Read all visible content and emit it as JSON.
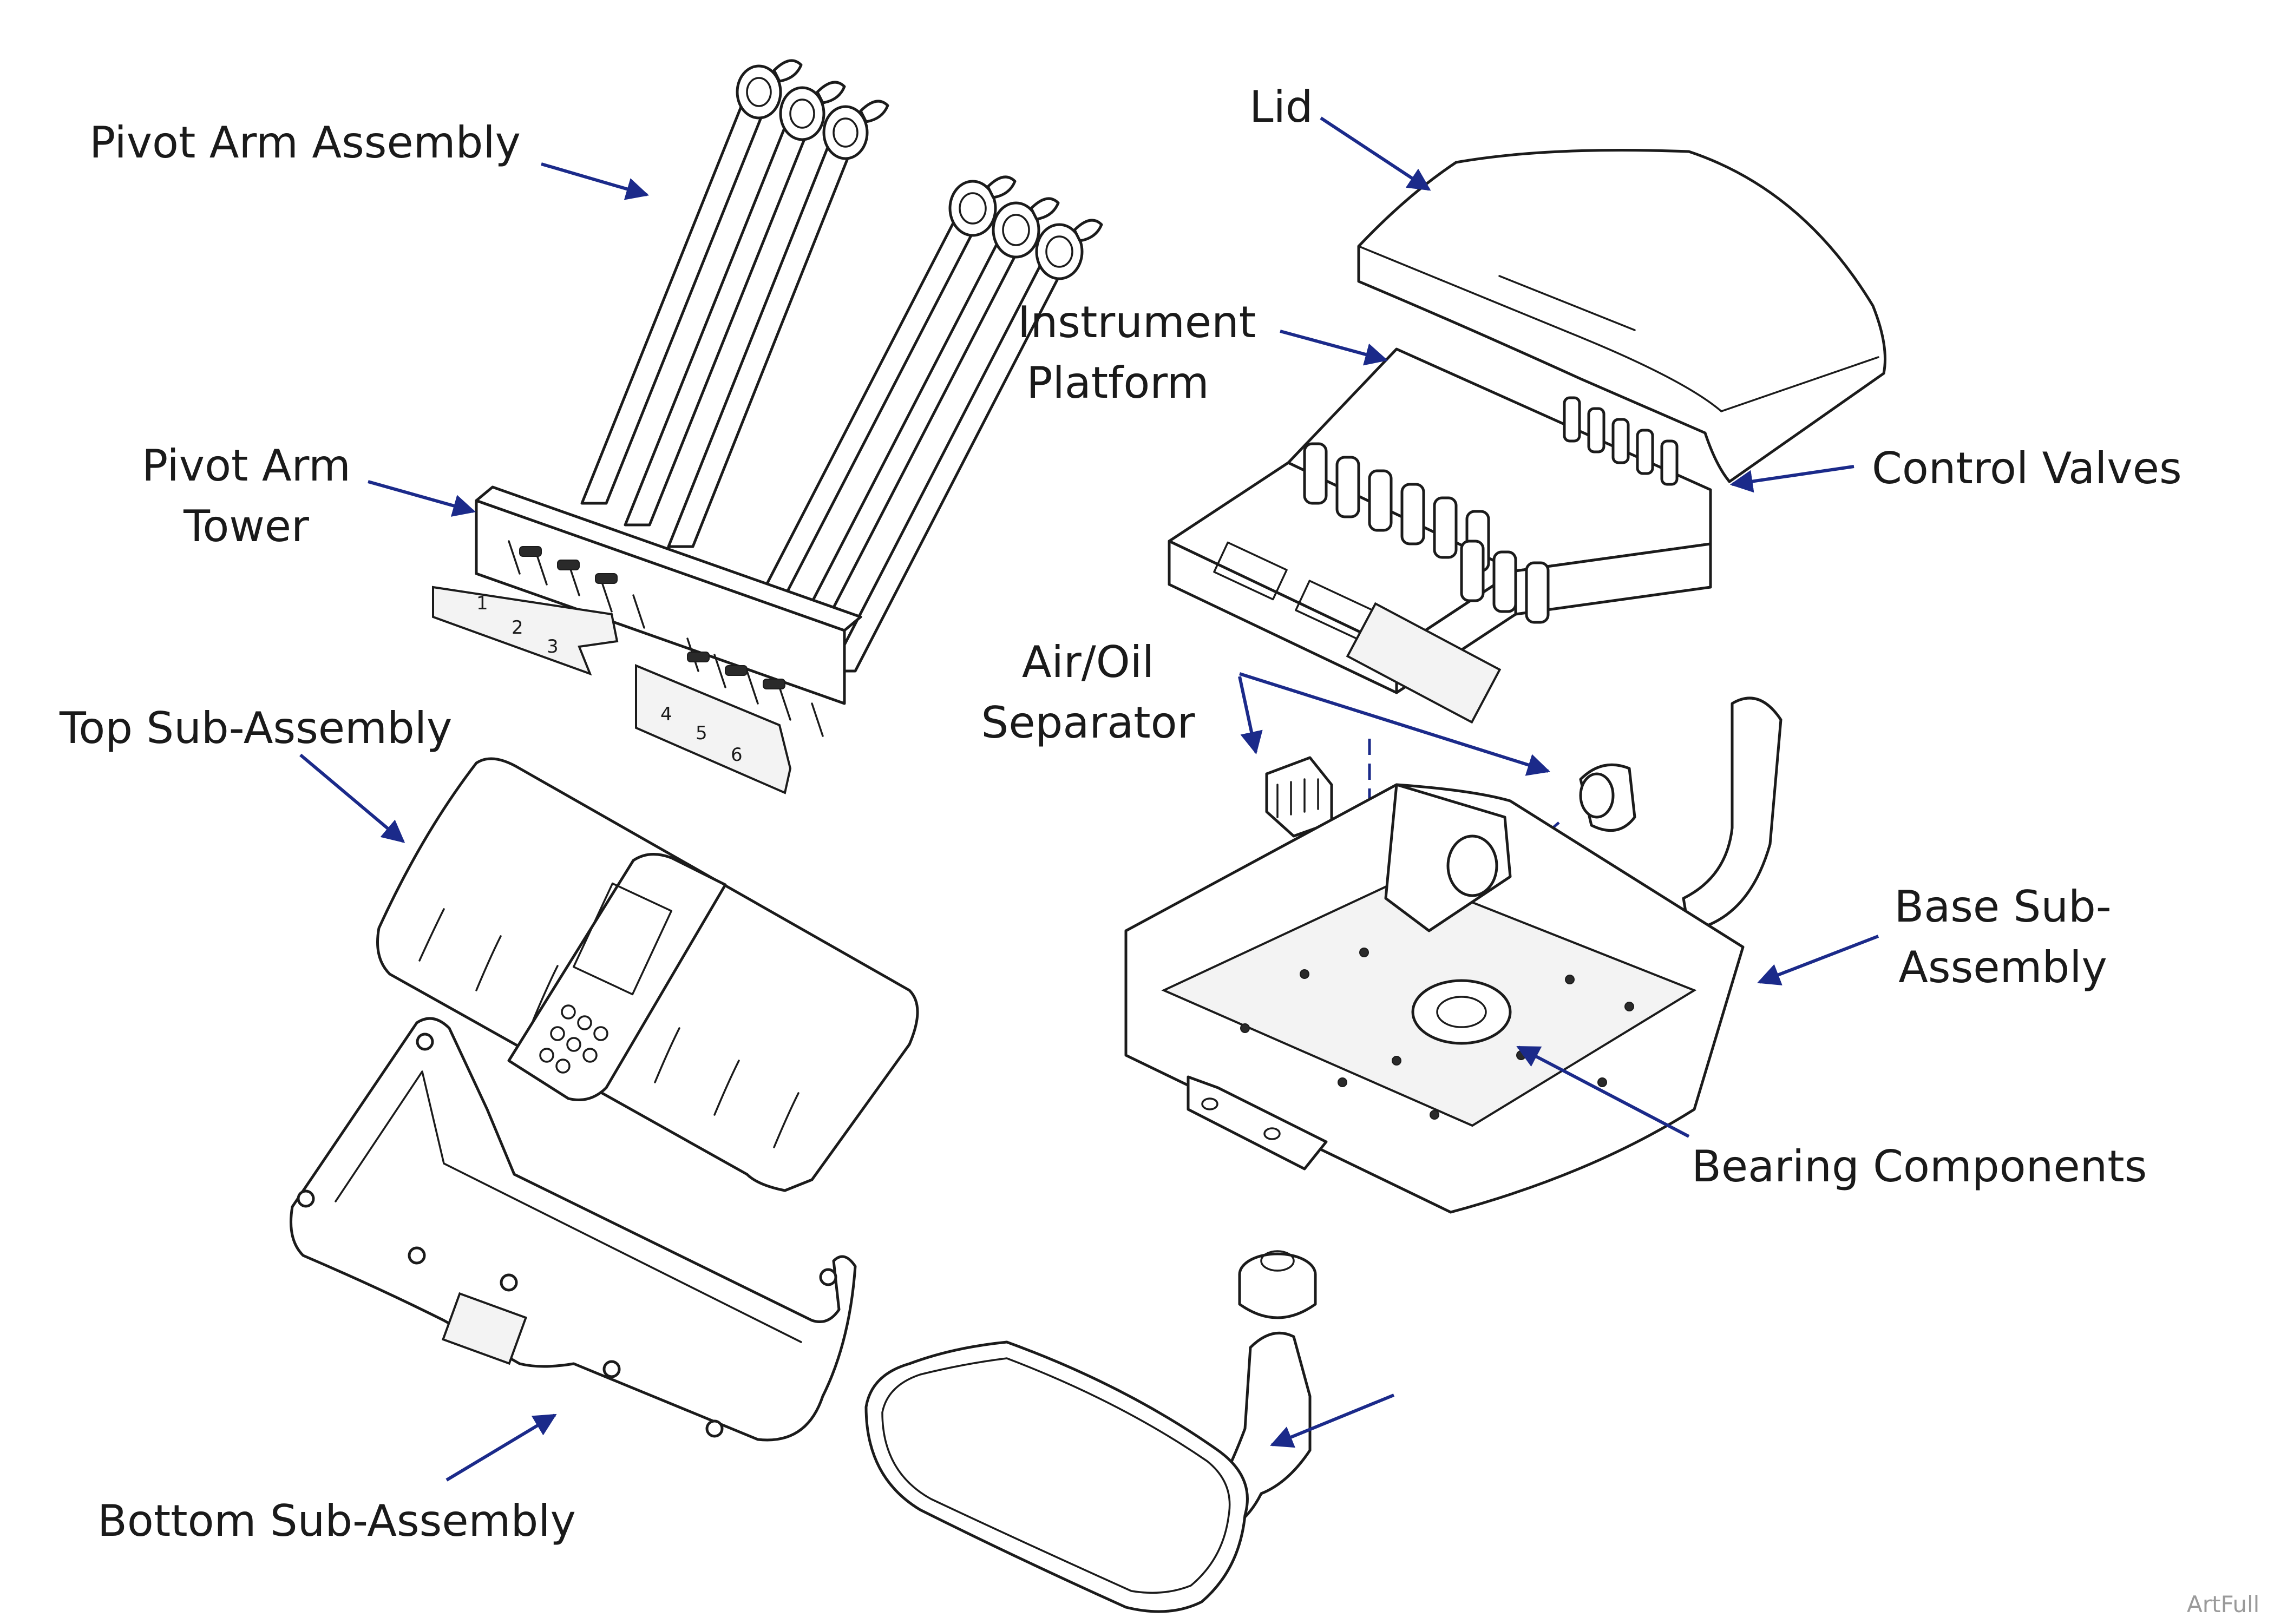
{
  "labels": {
    "pivot_arm_assembly": "Pivot Arm Assembly",
    "lid": "Lid",
    "instrument_platform_l1": "Instrument",
    "instrument_platform_l2": "Platform",
    "control_valves": "Control Valves",
    "pivot_arm_tower_l1": "Pivot Arm",
    "pivot_arm_tower_l2": "Tower",
    "air_oil_separator_l1": "Air/Oil",
    "air_oil_separator_l2": "Separator",
    "top_sub_assembly": "Top Sub-Assembly",
    "base_sub_assembly_l1": "Base Sub-",
    "base_sub_assembly_l2": "Assembly",
    "bearing_components": "Bearing Components",
    "bottom_sub_assembly": "Bottom Sub-Assembly"
  },
  "tower_numbers": [
    "1",
    "2",
    "3",
    "4",
    "5",
    "6"
  ],
  "watermark": "ArtFull",
  "colors": {
    "leader_arrow": "#1b2a8a",
    "line_art": "#1b1b1b",
    "label_text": "#1a1a1a",
    "background": "#ffffff"
  }
}
